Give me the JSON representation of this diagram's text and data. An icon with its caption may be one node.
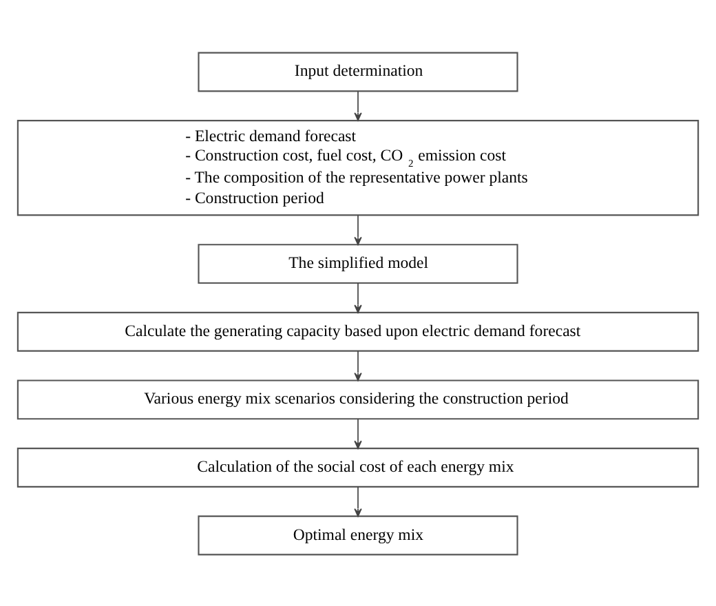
{
  "diagram": {
    "nodes": [
      {
        "text": [
          "Input determination"
        ]
      },
      {
        "text": [
          "- Electric demand forecast",
          "- Construction cost, fuel cost, CO$_{2}$ emission cost",
          "- The composition of the representative power plants",
          "- Construction period"
        ]
      },
      {
        "text": [
          "The simplified model"
        ]
      },
      {
        "text": [
          "Calculate the generating capacity based upon electric demand forecast"
        ]
      },
      {
        "text": [
          "Various energy mix scenarios considering the construction period"
        ]
      },
      {
        "text": [
          "Calculation of the social cost of each energy mix"
        ]
      },
      {
        "text": [
          "Optimal energy mix"
        ]
      }
    ],
    "edges": [
      {
        "from": 0,
        "to": 1,
        "arrow": "to"
      },
      {
        "from": 1,
        "to": 2,
        "arrow": "to"
      },
      {
        "from": 2,
        "to": 3,
        "arrow": "to"
      },
      {
        "from": 3,
        "to": 4,
        "arrow": "to"
      },
      {
        "from": 4,
        "to": 5,
        "arrow": "to"
      },
      {
        "from": 5,
        "to": 6,
        "arrow": "to"
      }
    ]
  }
}
